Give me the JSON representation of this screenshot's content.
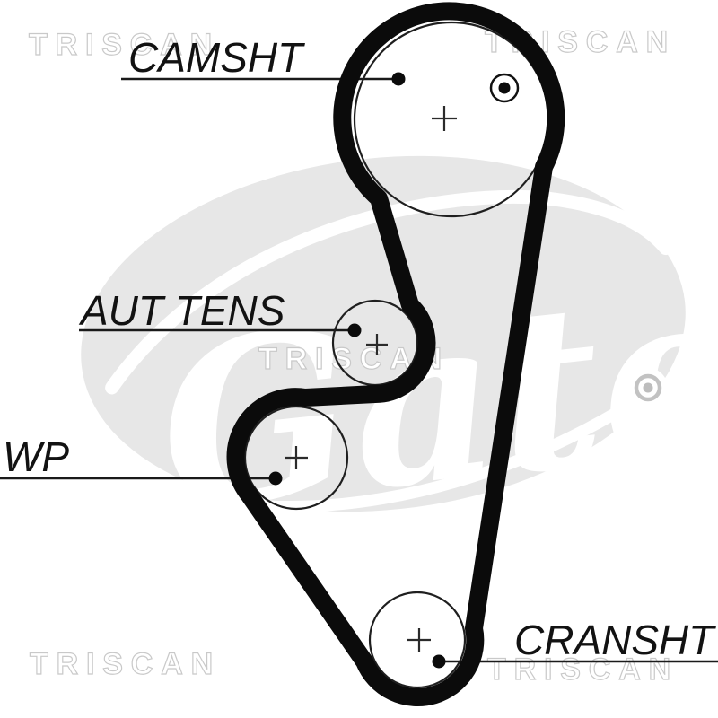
{
  "diagram": {
    "kind": "timing-belt-routing-diagram",
    "labels": {
      "camshaft": "CAMSHT",
      "tensioner": "AUT TENS",
      "water_pump": "WP",
      "crankshaft": "CRANSHT"
    },
    "watermarks": {
      "brand": "TRISCAN",
      "logo": "Gates"
    },
    "colors": {
      "belt": "#0b0b0b",
      "line": "#1a1a1a",
      "label_text": "#121212",
      "watermark_fill": "#e7e7e7",
      "watermark_outline": "#c9c9c9"
    }
  }
}
